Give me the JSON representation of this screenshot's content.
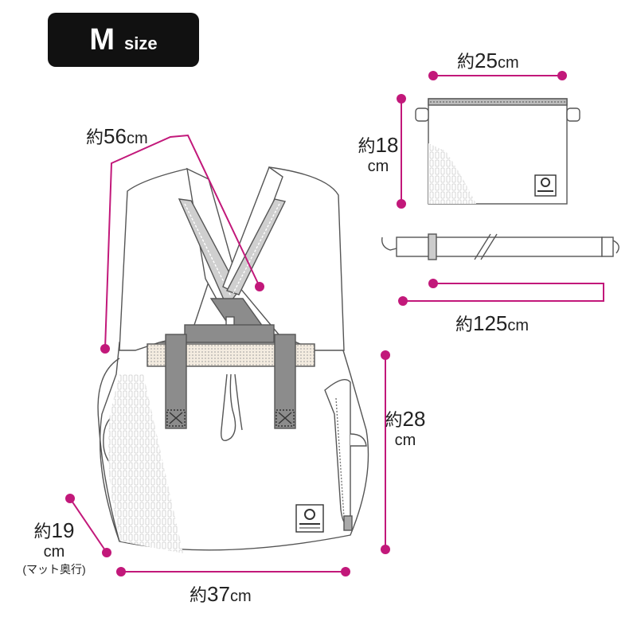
{
  "badge": {
    "letter": "M",
    "word": "size"
  },
  "accent_color": "#c2187a",
  "prefix": "約",
  "unit": "cm",
  "measurements": {
    "bag_height": "56",
    "pouch_width": "25",
    "pouch_height": "18",
    "strap_length": "125",
    "bottom_height": "28",
    "depth": "19",
    "width": "37"
  },
  "depth_note": "(マット奥行)",
  "icons": [
    "backpack-illustration",
    "pouch-illustration",
    "strap-illustration",
    "brand-logo-patch"
  ]
}
